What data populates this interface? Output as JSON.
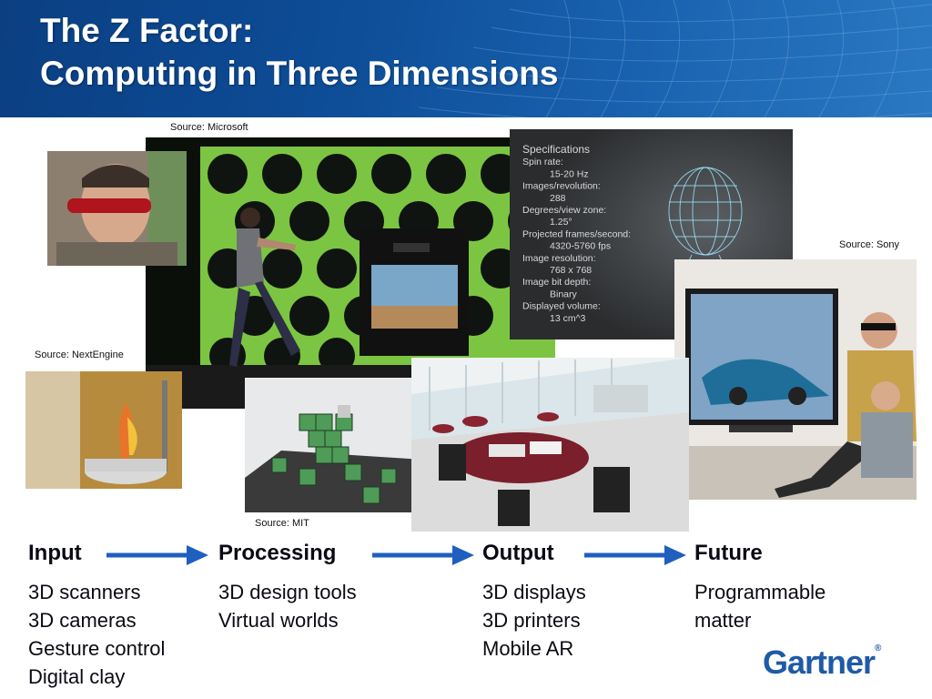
{
  "header": {
    "title_line1": "The Z Factor:",
    "title_line2": "Computing in Three Dimensions"
  },
  "sources": {
    "microsoft": "Source: Microsoft",
    "sony": "Source: Sony",
    "nextengine": "Source: NextEngine",
    "mit": "Source: MIT"
  },
  "hologram_specs": [
    "Specifications",
    "Spin rate:",
    "15-20 Hz",
    "Images/revolution:",
    "288",
    "Degrees/view zone:",
    "1.25°",
    "Projected frames/second:",
    "4320-5760 fps",
    "Image resolution:",
    "768 x 768",
    "Image bit depth:",
    "Binary",
    "Displayed volume:",
    "13 cm^3"
  ],
  "flow": [
    {
      "label": "Input",
      "items": [
        "3D scanners",
        "3D cameras",
        "Gesture control",
        "Digital clay"
      ]
    },
    {
      "label": "Processing",
      "items": [
        "3D design tools",
        "Virtual worlds"
      ]
    },
    {
      "label": "Output",
      "items": [
        "3D displays",
        "3D printers",
        "Mobile AR"
      ]
    },
    {
      "label": "Future",
      "items": [
        "Programmable",
        "matter"
      ]
    }
  ],
  "logo": {
    "text": "Gartner",
    "reg": "®"
  },
  "colors": {
    "header": "#0d4c96",
    "arrow": "#1f5fbf",
    "logo": "#1f5aa6"
  }
}
